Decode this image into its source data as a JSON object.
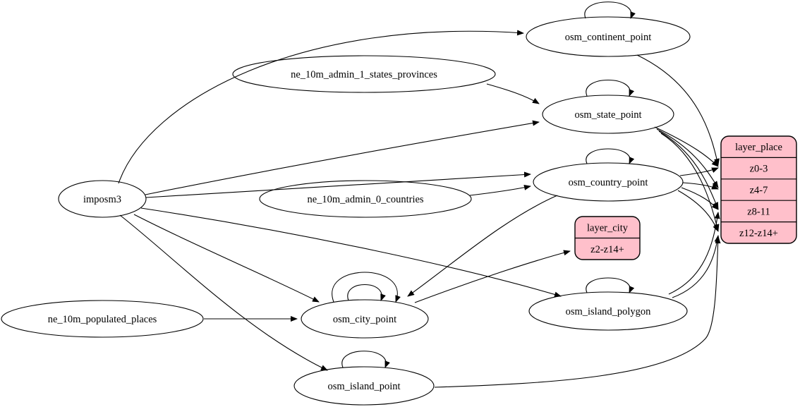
{
  "diagram": {
    "colors": {
      "record_fill": "#ffc0cb",
      "node_fill": "#ffffff",
      "stroke": "#000000"
    },
    "nodes": [
      {
        "id": "imposm3",
        "shape": "ellipse",
        "label": "imposm3"
      },
      {
        "id": "ne_10m_admin_1_states_provinces",
        "shape": "ellipse",
        "label": "ne_10m_admin_1_states_provinces"
      },
      {
        "id": "ne_10m_admin_0_countries",
        "shape": "ellipse",
        "label": "ne_10m_admin_0_countries"
      },
      {
        "id": "ne_10m_populated_places",
        "shape": "ellipse",
        "label": "ne_10m_populated_places"
      },
      {
        "id": "osm_continent_point",
        "shape": "ellipse",
        "label": "osm_continent_point"
      },
      {
        "id": "osm_state_point",
        "shape": "ellipse",
        "label": "osm_state_point"
      },
      {
        "id": "osm_country_point",
        "shape": "ellipse",
        "label": "osm_country_point"
      },
      {
        "id": "osm_city_point",
        "shape": "ellipse",
        "label": "osm_city_point"
      },
      {
        "id": "osm_island_polygon",
        "shape": "ellipse",
        "label": "osm_island_polygon"
      },
      {
        "id": "osm_island_point",
        "shape": "ellipse",
        "label": "osm_island_point"
      },
      {
        "id": "layer_place",
        "shape": "record",
        "label": "layer_place",
        "rows": [
          "z0-3",
          "z4-7",
          "z8-11",
          "z12-z14+"
        ]
      },
      {
        "id": "layer_city",
        "shape": "record",
        "label": "layer_city",
        "rows": [
          "z2-z14+"
        ]
      }
    ],
    "edges": [
      {
        "from": "imposm3",
        "to": "osm_continent_point"
      },
      {
        "from": "imposm3",
        "to": "osm_state_point"
      },
      {
        "from": "imposm3",
        "to": "osm_country_point"
      },
      {
        "from": "imposm3",
        "to": "osm_city_point"
      },
      {
        "from": "imposm3",
        "to": "osm_island_polygon"
      },
      {
        "from": "imposm3",
        "to": "osm_island_point"
      },
      {
        "from": "ne_10m_admin_1_states_provinces",
        "to": "osm_state_point"
      },
      {
        "from": "ne_10m_admin_0_countries",
        "to": "osm_country_point"
      },
      {
        "from": "ne_10m_populated_places",
        "to": "osm_city_point"
      },
      {
        "from": "osm_continent_point",
        "to": "osm_continent_point"
      },
      {
        "from": "osm_state_point",
        "to": "osm_state_point"
      },
      {
        "from": "osm_country_point",
        "to": "osm_country_point"
      },
      {
        "from": "osm_city_point",
        "to": "osm_city_point"
      },
      {
        "from": "osm_city_point",
        "to": "osm_city_point"
      },
      {
        "from": "osm_island_polygon",
        "to": "osm_island_polygon"
      },
      {
        "from": "osm_island_point",
        "to": "osm_island_point"
      },
      {
        "from": "osm_country_point",
        "to": "osm_city_point"
      },
      {
        "from": "osm_continent_point",
        "to": "layer_place:z0-3"
      },
      {
        "from": "osm_state_point",
        "to": "layer_place:z0-3"
      },
      {
        "from": "osm_state_point",
        "to": "layer_place:z4-7"
      },
      {
        "from": "osm_state_point",
        "to": "layer_place:z8-11"
      },
      {
        "from": "osm_state_point",
        "to": "layer_place:z12-z14+"
      },
      {
        "from": "osm_country_point",
        "to": "layer_place:z0-3"
      },
      {
        "from": "osm_country_point",
        "to": "layer_place:z4-7"
      },
      {
        "from": "osm_country_point",
        "to": "layer_place:z8-11"
      },
      {
        "from": "osm_country_point",
        "to": "layer_place:z12-z14+"
      },
      {
        "from": "osm_island_polygon",
        "to": "layer_place:z8-11"
      },
      {
        "from": "osm_island_polygon",
        "to": "layer_place:z12-z14+"
      },
      {
        "from": "osm_island_point",
        "to": "layer_place:z12-z14+"
      },
      {
        "from": "osm_city_point",
        "to": "layer_city:z2-z14+"
      }
    ]
  }
}
